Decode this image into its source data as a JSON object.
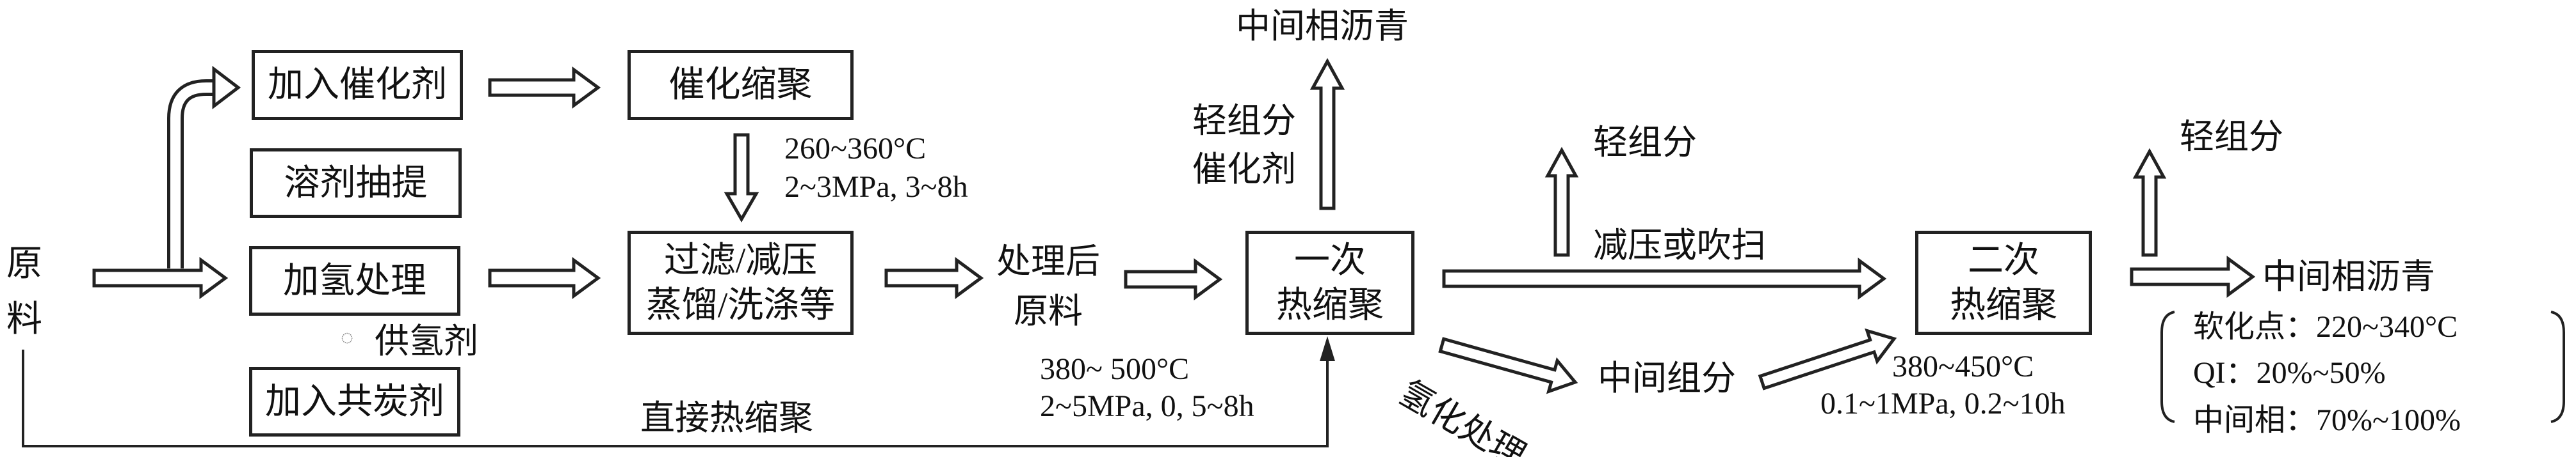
{
  "raw_material": "原料",
  "pretreatments": {
    "add_catalyst": "加入催化剂",
    "solvent_extraction": "溶剂抽提",
    "hydrotreating": "加氢处理",
    "add_cocarbonizer": "加入共炭剂",
    "hydrogen_donor": "供氢剂"
  },
  "catalytic_polycondensation": {
    "label": "催化缩聚",
    "cond_temp": "260~360°C",
    "cond_pressure_time": "2~3MPa, 3~8h"
  },
  "separation": {
    "line1": "过滤/减压",
    "line2": "蒸馏/洗涤等"
  },
  "treated_feed": {
    "line1": "处理后",
    "line2": "原料"
  },
  "direct_label": "直接热缩聚",
  "primary": {
    "line1": "一次",
    "line2": "热缩聚",
    "cond_temp": "380~ 500°C",
    "cond_pressure_time": "2~5MPa, 0, 5~8h",
    "out_top": "中间相沥青",
    "out_side_1": "轻组分",
    "out_side_2": "催化剂"
  },
  "vacuum": {
    "label": "减压或吹扫",
    "light": "轻组分"
  },
  "hydrogenation": {
    "label": "氢化处理",
    "intermediate": "中间组分"
  },
  "secondary": {
    "line1": "二次",
    "line2": "热缩聚",
    "cond_temp": "380~450°C",
    "cond_pressure_time": "0.1~1MPa, 0.2~10h",
    "light": "轻组分",
    "product": "中间相沥青"
  },
  "properties": [
    "软化点：220~340°C",
    "QI：20%~50%",
    "中间相：70%~100%"
  ]
}
